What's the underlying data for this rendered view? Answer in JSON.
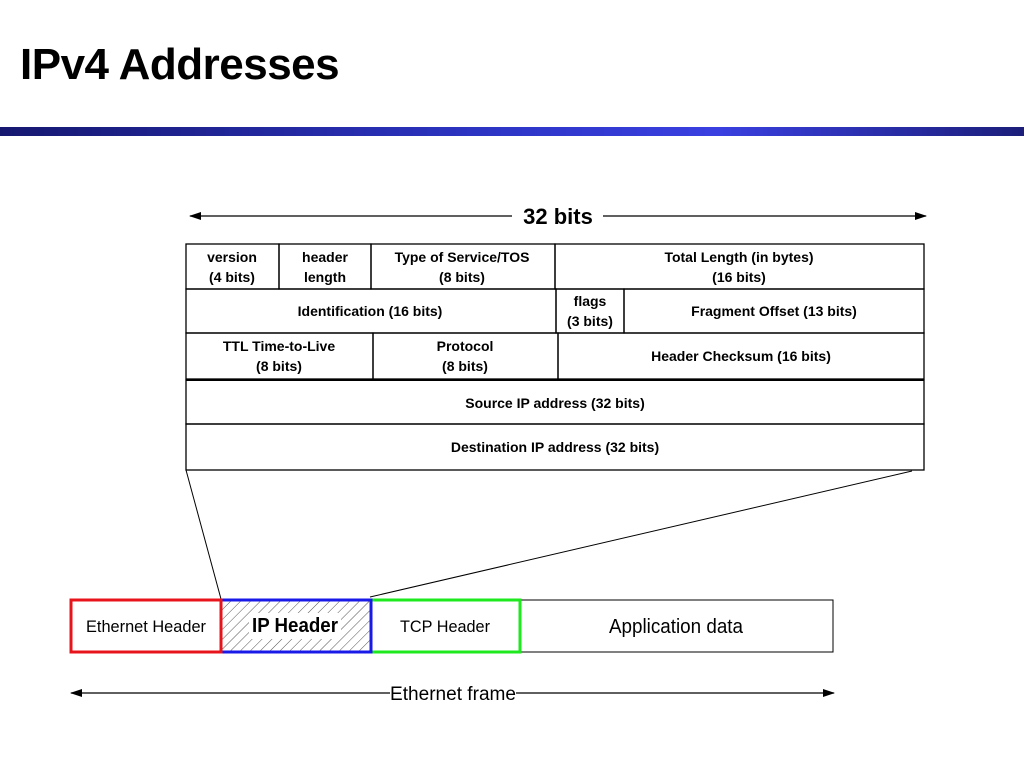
{
  "slide": {
    "title": "IPv4 Addresses"
  },
  "header_diagram": {
    "width_label": "32 bits",
    "rows": [
      [
        {
          "line1": "version",
          "line2": "(4 bits)"
        },
        {
          "line1": "header",
          "line2": "length"
        },
        {
          "line1": "Type of Service/TOS",
          "line2": "(8 bits)"
        },
        {
          "line1": "Total Length (in bytes)",
          "line2": "(16 bits)"
        }
      ],
      [
        {
          "line1": "Identification (16 bits)"
        },
        {
          "line1": "flags",
          "line2": "(3 bits)"
        },
        {
          "line1": "Fragment Offset (13 bits)"
        }
      ],
      [
        {
          "line1": "TTL Time-to-Live",
          "line2": "(8 bits)"
        },
        {
          "line1": "Protocol",
          "line2": "(8 bits)"
        },
        {
          "line1": "Header Checksum (16 bits)"
        }
      ],
      [
        {
          "line1": "Source IP address (32 bits)"
        }
      ],
      [
        {
          "line1": "Destination IP address (32 bits)"
        }
      ]
    ]
  },
  "frame": {
    "segments": [
      {
        "label": "Ethernet Header",
        "border": "#e8141c"
      },
      {
        "label": "IP Header",
        "border": "#1a1ae8"
      },
      {
        "label": "TCP Header",
        "border": "#1ee81e"
      },
      {
        "label": "Application data",
        "border": "#000000"
      }
    ],
    "label": "Ethernet frame"
  }
}
